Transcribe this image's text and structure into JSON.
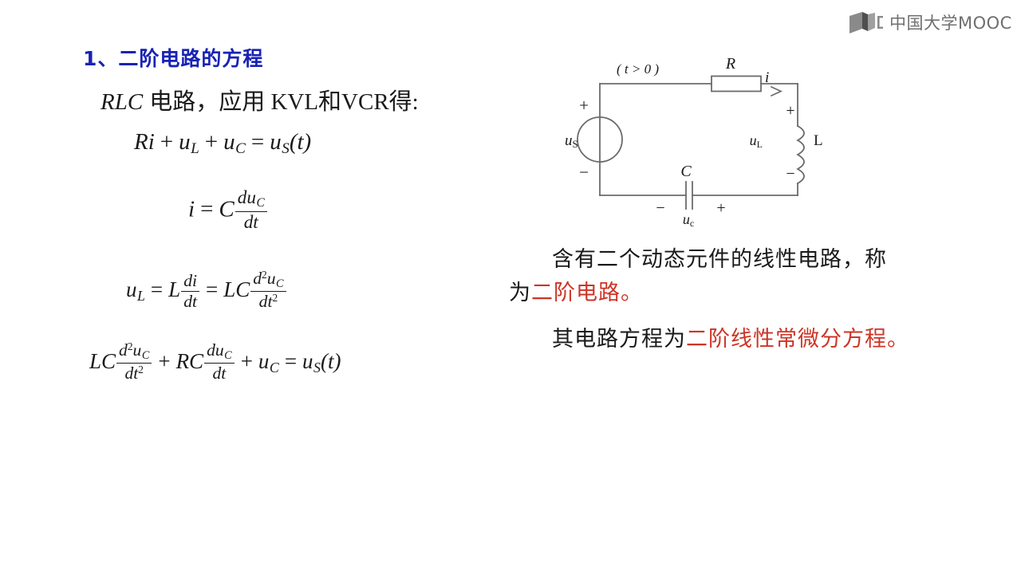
{
  "logo": {
    "brand_text": "中国大学MOOC",
    "mark_name": "mooc-book-mark",
    "color": "#6f6f6f"
  },
  "title": {
    "text": "1、二阶电路的方程",
    "color": "#1823b4"
  },
  "left_column": {
    "lead_line": {
      "italic_part": "RLC",
      "rest": "电路，应用 KVL和VCR得:"
    },
    "equations": [
      {
        "id": "kvl",
        "latex_like": "Ri + u_L + u_C = u_S(t)",
        "parts": {
          "R": "R",
          "i": "i",
          "plus1": "+",
          "uL_base": "u",
          "uL_sub": "L",
          "plus2": "+",
          "uC_base": "u",
          "uC_sub": "C",
          "equals": "=",
          "uS_base": "u",
          "uS_sub": "S",
          "paren": "(t)"
        }
      },
      {
        "id": "cap-current",
        "latex_like": "i = C duC/dt",
        "parts": {
          "i": "i",
          "equals": "=",
          "C": "C",
          "num_d": "d",
          "num_u": "u",
          "num_sub": "C",
          "den": "dt"
        }
      },
      {
        "id": "inductor-voltage",
        "latex_like": "uL = L di/dt = LC d2uC/dt2",
        "parts": {
          "uL_base": "u",
          "uL_sub": "L",
          "eq1": "=",
          "L": "L",
          "f1_num": "di",
          "f1_den": "dt",
          "eq2": "=",
          "LC": "LC",
          "f2_num_d": "d",
          "f2_num_sup": "2",
          "f2_num_u": "u",
          "f2_num_sub": "C",
          "f2_den_dt": "dt",
          "f2_den_sup": "2"
        }
      },
      {
        "id": "second-order-ode",
        "latex_like": "LC d2uC/dt2 + RC duC/dt + uC = uS(t)",
        "parts": {
          "LC": "LC",
          "f1_num_d": "d",
          "f1_num_sup": "2",
          "f1_num_u": "u",
          "f1_num_sub": "C",
          "f1_den_dt": "dt",
          "f1_den_sup": "2",
          "plus1": "+",
          "RC": "RC",
          "f2_num_d": "d",
          "f2_num_u": "u",
          "f2_num_sub": "C",
          "f2_den": "dt",
          "plus2": "+",
          "uC_base": "u",
          "uC_sub": "C",
          "equals": "=",
          "uS_base": "u",
          "uS_sub": "S",
          "paren": "(t)"
        }
      }
    ]
  },
  "circuit": {
    "name": "rlc-series-circuit",
    "labels": {
      "time_condition": "( t > 0 )",
      "resistor": "R",
      "current": "i",
      "inductor": "L",
      "inductor_voltage_base": "u",
      "inductor_voltage_sub": "L",
      "capacitor": "C",
      "capacitor_voltage_base": "u",
      "capacitor_voltage_sub": "c",
      "source_base": "u",
      "source_sub": "S",
      "source_plus": "+",
      "source_minus": "−",
      "inductor_plus": "+",
      "inductor_minus": "−",
      "capacitor_minus": "−",
      "capacitor_plus": "+"
    },
    "wire_color": "#6b6b6b"
  },
  "right_text": {
    "paragraph1": {
      "plain1": "含有二个动态元件的线性电路，称为",
      "highlight": "二阶电路",
      "plain2": "。"
    },
    "paragraph2": {
      "plain1": "其电路方程为",
      "highlight": "二阶线性常微分方程",
      "plain2": "。"
    },
    "highlight_color": "#cc3526"
  }
}
